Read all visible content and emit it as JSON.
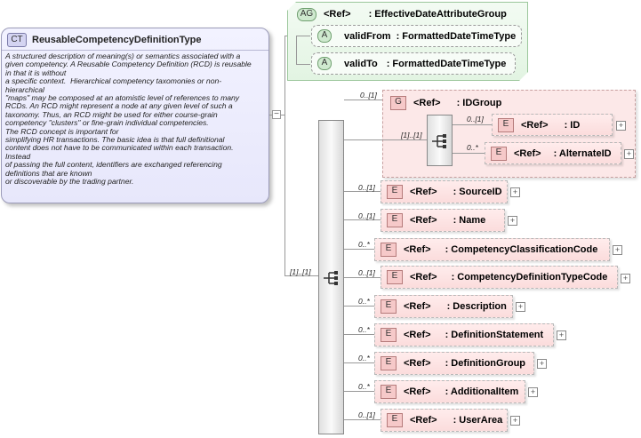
{
  "complex_type": {
    "badge": "CT",
    "name": "ReusableCompetencyDefinitionType",
    "description": "A structured description of meaning(s) or semantics associated with a\ngiven competency. A Reusable Competency Definition (RCD) is reusable\nin that it is without\na specific context.  Hierarchical competency taxomonies or non-\nhierarchical\n\"maps\" may be composed at an atomistic level of references to many\nRCDs. An RCD might represent a node at any given level of such a\ntaxonomy. Thus, an RCD might be used for either course-grain\ncompetency \"clusters\" or fine-grain individual competencies.\nThe RCD concept is important for\nsimplifying HR transactions. The basic idea is that full definitional\ncontent does not have to be communicated within each transaction.\nInstead\nof passing the full content, identifiers are exchanged referencing\ndefinitions that are known\nor discoverable by the trading partner."
  },
  "attribute_group": {
    "badge": "AG",
    "ref": "<Ref>",
    "name": ": EffectiveDateAttributeGroup",
    "attributes": [
      {
        "badge": "A",
        "name": "validFrom",
        "type": ": FormattedDateTimeType"
      },
      {
        "badge": "A",
        "name": "validTo",
        "type": ": FormattedDateTimeType"
      }
    ],
    "collapse_symbol": "−"
  },
  "sequence": {
    "cardinality": "[1]..[1]"
  },
  "id_group": {
    "cardinality": "0..[1]",
    "badge": "G",
    "ref": "<Ref>",
    "name": ": IDGroup",
    "inner_cardinality": "[1]..[1]",
    "elements": [
      {
        "cardinality": "0..[1]",
        "badge": "E",
        "ref": "<Ref>",
        "name": ": ID"
      },
      {
        "cardinality": "0..*",
        "badge": "E",
        "ref": "<Ref>",
        "name": ": AlternateID"
      }
    ]
  },
  "elements": [
    {
      "cardinality": "0..[1]",
      "badge": "E",
      "ref": "<Ref>",
      "name": ": SourceID"
    },
    {
      "cardinality": "0..[1]",
      "badge": "E",
      "ref": "<Ref>",
      "name": ": Name"
    },
    {
      "cardinality": "0..*",
      "badge": "E",
      "ref": "<Ref>",
      "name": ": CompetencyClassificationCode"
    },
    {
      "cardinality": "0..[1]",
      "badge": "E",
      "ref": "<Ref>",
      "name": ": CompetencyDefinitionTypeCode"
    },
    {
      "cardinality": "0..*",
      "badge": "E",
      "ref": "<Ref>",
      "name": ": Description"
    },
    {
      "cardinality": "0..*",
      "badge": "E",
      "ref": "<Ref>",
      "name": ": DefinitionStatement"
    },
    {
      "cardinality": "0..*",
      "badge": "E",
      "ref": "<Ref>",
      "name": ": DefinitionGroup"
    },
    {
      "cardinality": "0..*",
      "badge": "E",
      "ref": "<Ref>",
      "name": ": AdditionalItem"
    },
    {
      "cardinality": "0..[1]",
      "badge": "E",
      "ref": "<Ref>",
      "name": ": UserArea"
    }
  ],
  "expand_symbol": "+"
}
